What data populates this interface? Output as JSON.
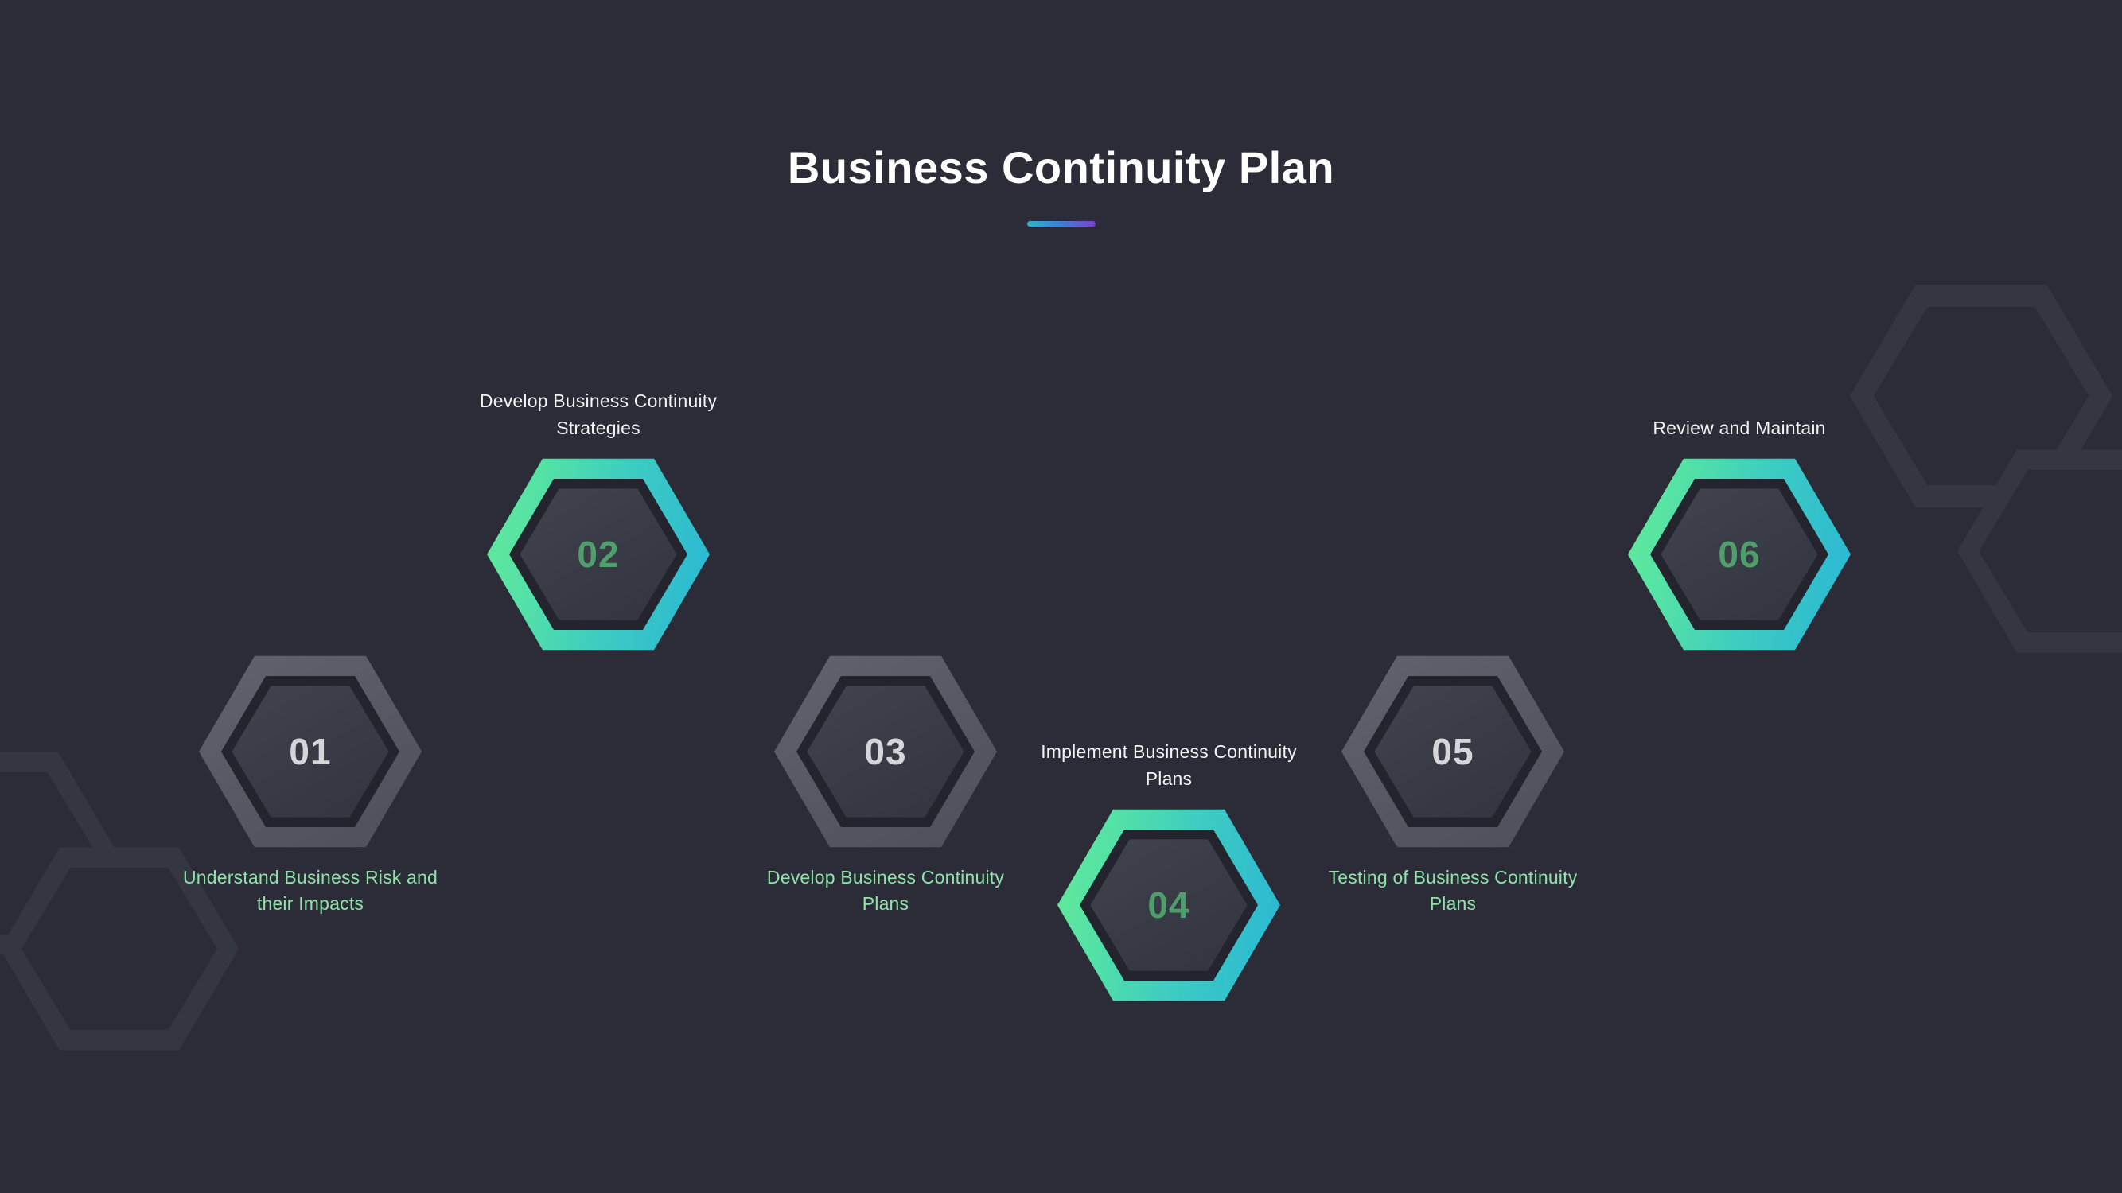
{
  "header": {
    "title": "Business Continuity Plan",
    "rule": {
      "from_color": "#2ab7cc",
      "mid_color": "#3f7fd6",
      "to_color": "#7b3fd4"
    }
  },
  "theme": {
    "background": "#2b2c37",
    "active_ring_from": "#62e998",
    "active_ring_to": "#29b6d6",
    "active_number_color": "#4f9f6c",
    "idle_ring_color": "#575964",
    "idle_number_color": "#d5d6da",
    "label_green": "#8fe3a9",
    "label_white": "#f2f3f5",
    "decorative_hex_color": "#343642"
  },
  "steps": [
    {
      "number": "01",
      "label": "Understand Business Risk and their Impacts",
      "state": "idle",
      "label_position": "below",
      "label_color": "green"
    },
    {
      "number": "02",
      "label": "Develop Business Continuity Strategies",
      "state": "active",
      "label_position": "above",
      "label_color": "white"
    },
    {
      "number": "03",
      "label": "Develop Business Continuity Plans",
      "state": "idle",
      "label_position": "below",
      "label_color": "green"
    },
    {
      "number": "04",
      "label": "Implement Business Continuity Plans",
      "state": "active",
      "label_position": "above",
      "label_color": "white"
    },
    {
      "number": "05",
      "label": "Testing of Business Continuity Plans",
      "state": "idle",
      "label_position": "below",
      "label_color": "green"
    },
    {
      "number": "06",
      "label": "Review and Maintain",
      "state": "active",
      "label_position": "above",
      "label_color": "white"
    }
  ]
}
